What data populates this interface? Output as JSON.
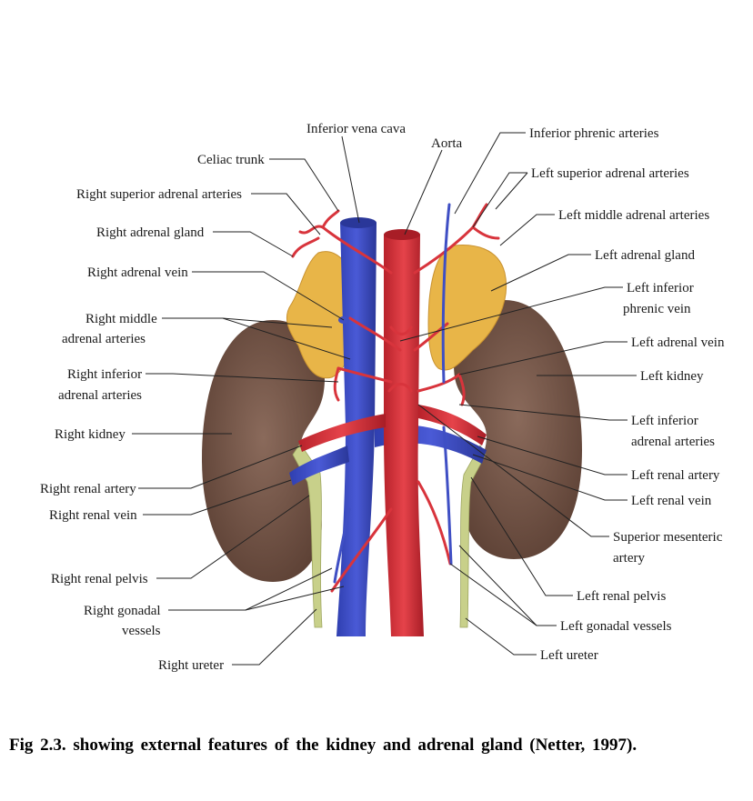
{
  "labels": {
    "inferior_vena_cava": "Inferior vena cava",
    "aorta": "Aorta",
    "celiac_trunk": "Celiac trunk",
    "right_superior_adrenal_arteries": "Right superior adrenal arteries",
    "right_adrenal_gland": "Right adrenal gland",
    "right_adrenal_vein": "Right adrenal vein",
    "right_middle_adrenal_arteries_1": "Right middle",
    "right_middle_adrenal_arteries_2": "adrenal arteries",
    "right_inferior_adrenal_arteries_1": "Right inferior",
    "right_inferior_adrenal_arteries_2": "adrenal arteries",
    "right_kidney": "Right kidney",
    "right_renal_artery": "Right renal artery",
    "right_renal_vein": "Right renal vein",
    "right_renal_pelvis": "Right renal pelvis",
    "right_gonadal_vessels_1": "Right gonadal",
    "right_gonadal_vessels_2": "vessels",
    "right_ureter": "Right ureter",
    "inferior_phrenic_arteries": "Inferior phrenic arteries",
    "left_superior_adrenal_arteries": "Left superior adrenal arteries",
    "left_middle_adrenal_arteries": "Left middle adrenal arteries",
    "left_adrenal_gland": "Left adrenal gland",
    "left_inferior_phrenic_vein_1": "Left inferior",
    "left_inferior_phrenic_vein_2": "phrenic vein",
    "left_adrenal_vein": "Left adrenal vein",
    "left_kidney": "Left kidney",
    "left_inferior_adrenal_arteries_1": "Left inferior",
    "left_inferior_adrenal_arteries_2": "adrenal arteries",
    "left_renal_artery": "Left renal artery",
    "left_renal_vein": "Left renal vein",
    "superior_mesenteric_artery_1": "Superior mesenteric",
    "superior_mesenteric_artery_2": "artery",
    "left_renal_pelvis": "Left renal pelvis",
    "left_gonadal_vessels": "Left gonadal vessels",
    "left_ureter": "Left ureter"
  },
  "caption": "Fig 2.3. showing external features of the kidney and adrenal gland (Netter, 1997).",
  "colors": {
    "kidney": "#7a5a4c",
    "adrenal": "#e8b548",
    "vein": "#3f4fc4",
    "artery": "#d8343c",
    "ureter": "#c8d08a"
  }
}
